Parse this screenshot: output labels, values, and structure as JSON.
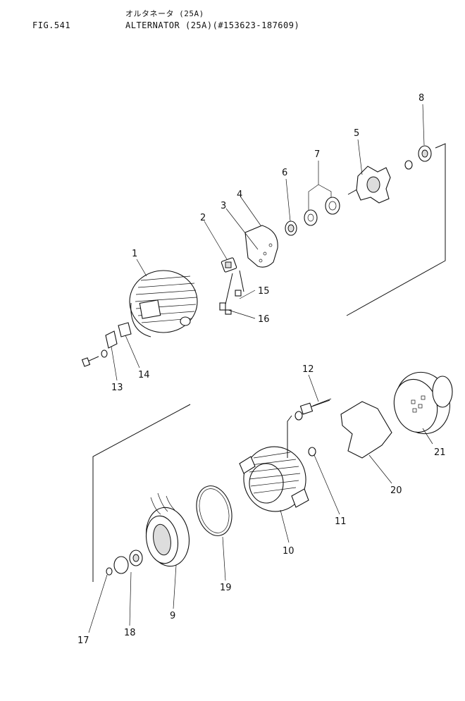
{
  "header": {
    "figure": "FIG.541",
    "title_jp": "オルタネータ (25A)",
    "title_en": "ALTERNATOR (25A)(#153623-187609)"
  },
  "callouts": [
    "1",
    "2",
    "3",
    "4",
    "5",
    "6",
    "7",
    "8",
    "9",
    "10",
    "11",
    "12",
    "13",
    "14",
    "15",
    "16",
    "17",
    "18",
    "19",
    "20",
    "21"
  ]
}
